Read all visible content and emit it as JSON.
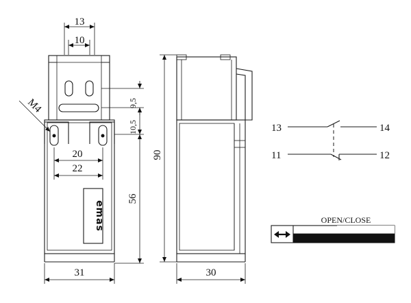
{
  "front_view": {
    "dim_top_outer": "13",
    "dim_top_inner": "10",
    "dim_slot_height": "9,5",
    "dim_slot_to_mount": "10,5",
    "dim_mount_inner": "20",
    "dim_mount_outer": "22",
    "dim_body_height": "56",
    "dim_width": "31",
    "thread_label": "M4",
    "brand_logo": "emas"
  },
  "side_view": {
    "dim_height": "90",
    "dim_width": "30"
  },
  "contact_diagram": {
    "no_left": "13",
    "no_right": "14",
    "nc_left": "11",
    "nc_right": "12"
  },
  "open_close_bar": {
    "label": "OPEN/CLOSE",
    "arrow_icon": "double-arrow-icon"
  }
}
